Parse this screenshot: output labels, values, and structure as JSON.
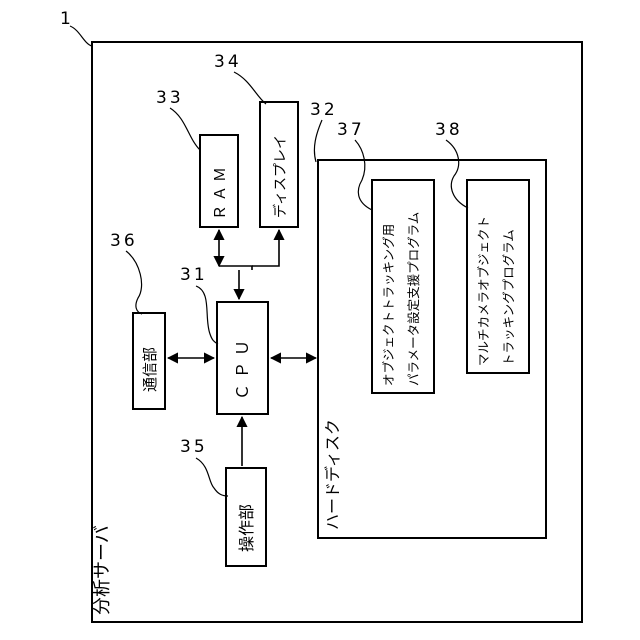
{
  "figure_number": "1",
  "server": {
    "label": "分析サーバ"
  },
  "cpu": {
    "label": "ＣＰＵ",
    "ref": "31"
  },
  "hard_disk": {
    "label": "ハードディスク",
    "ref": "32"
  },
  "ram": {
    "label": "ＲＡＭ",
    "ref": "33"
  },
  "display": {
    "label": "ディスプレイ",
    "ref": "34"
  },
  "input_unit": {
    "label": "操作部",
    "ref": "35"
  },
  "comm_unit": {
    "label": "通信部",
    "ref": "36"
  },
  "program_37": {
    "line1": "オブジェクトトラッキング用",
    "line2": "パラメータ設定支援プログラム",
    "ref": "37"
  },
  "program_38": {
    "line1": "マルチカメラオブジェクト",
    "line2": "トラッキングプログラム",
    "ref": "38"
  }
}
